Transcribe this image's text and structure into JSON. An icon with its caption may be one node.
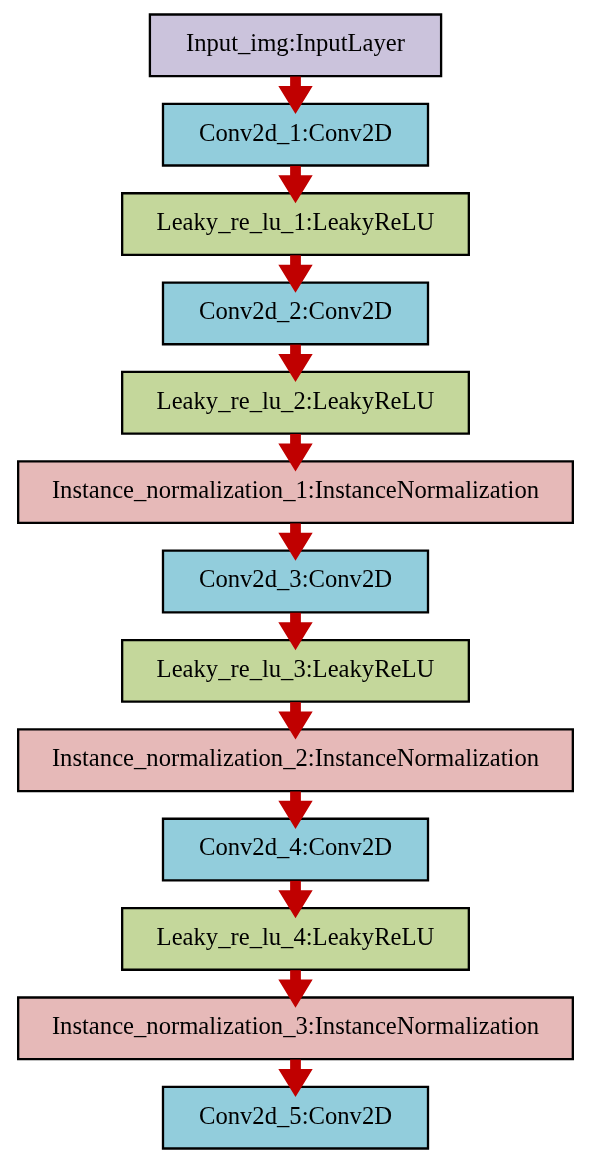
{
  "diagram": {
    "nodes": [
      {
        "text": [
          "Input_img:InputLayer"
        ]
      },
      {
        "text": [
          "Conv2d_1:Conv2D"
        ]
      },
      {
        "text": [
          "Leaky_re_lu_1:LeakyReLU"
        ]
      },
      {
        "text": [
          "Conv2d_2:Conv2D"
        ]
      },
      {
        "text": [
          "Leaky_re_lu_2:LeakyReLU"
        ]
      },
      {
        "text": [
          "Instance_normalization_1:InstanceNormalization"
        ]
      },
      {
        "text": [
          "Conv2d_3:Conv2D"
        ]
      },
      {
        "text": [
          "Leaky_re_lu_3:LeakyReLU"
        ]
      },
      {
        "text": [
          "Instance_normalization_2:InstanceNormalization"
        ]
      },
      {
        "text": [
          "Conv2d_4:Conv2D"
        ]
      },
      {
        "text": [
          "Leaky_re_lu_4:LeakyReLU"
        ]
      },
      {
        "text": [
          "Instance_normalization_3:InstanceNormalization"
        ]
      },
      {
        "text": [
          "Conv2d_5:Conv2D"
        ]
      }
    ],
    "edges": [
      {
        "from": 0,
        "to": 1,
        "arrow": "to"
      },
      {
        "from": 1,
        "to": 2,
        "arrow": "to"
      },
      {
        "from": 2,
        "to": 3,
        "arrow": "to"
      },
      {
        "from": 3,
        "to": 4,
        "arrow": "to"
      },
      {
        "from": 4,
        "to": 5,
        "arrow": "to"
      },
      {
        "from": 5,
        "to": 6,
        "arrow": "to"
      },
      {
        "from": 6,
        "to": 7,
        "arrow": "to"
      },
      {
        "from": 7,
        "to": 8,
        "arrow": "to"
      },
      {
        "from": 8,
        "to": 9,
        "arrow": "to"
      },
      {
        "from": 9,
        "to": 10,
        "arrow": "to"
      },
      {
        "from": 10,
        "to": 11,
        "arrow": "to"
      },
      {
        "from": 11,
        "to": 12,
        "arrow": "to"
      }
    ]
  }
}
